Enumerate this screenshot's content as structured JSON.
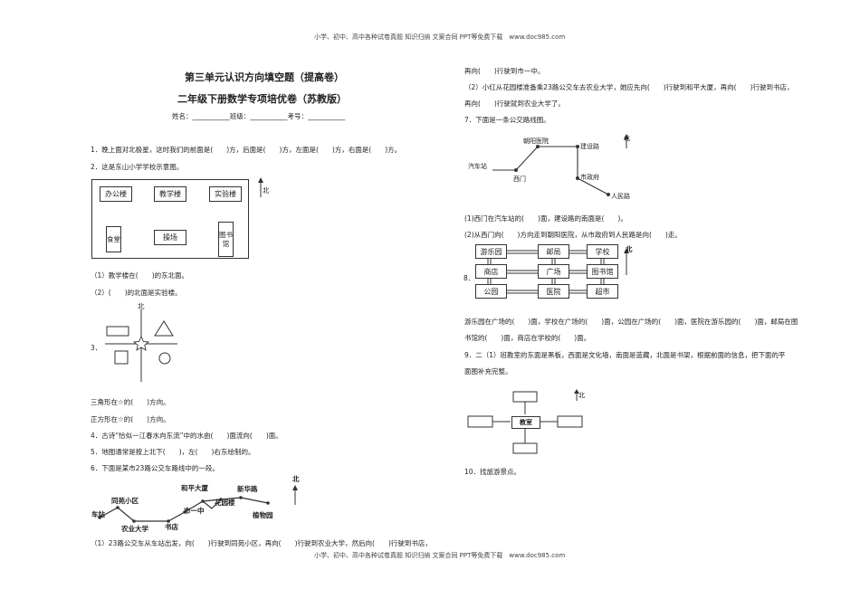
{
  "header_text": "小学、初中、高中各种试卷真题 知识归纳 文案合同 PPT等免费下载　www.doc985.com",
  "footer_text": "小学、初中、高中各种试卷真题 知识归纳 文案合同 PPT等免费下载　www.doc985.com",
  "title1": "第三单元认识方向填空题（提高卷）",
  "title2": "二年级下册数学专项培优卷（苏教版）",
  "name_line": "姓名：___________班级：___________考号：___________",
  "left": {
    "q1": "1．晚上面对北极星，这时我们的前面是(　　)方，后面是(　　)方，左面是(　　)方，右面是(　　)方。",
    "q2": "2．这是东山小学学校示意图。",
    "school": {
      "b1": "办公楼",
      "b2": "教学楼",
      "b3": "实验楼",
      "canteen": "食堂",
      "playground": "操场",
      "library": "图书馆",
      "north": "北"
    },
    "q2a": "（1）教学楼在(　　)的东北面。",
    "q2b": "（2）(　　)的北面是实验楼。",
    "q3_num": "3．",
    "q3_north": "北",
    "q3a": "三角形在☆的(　　)方向。",
    "q3b": "正方形在☆的(　　)方向。",
    "q4": "4．古诗“恰似一江春水向东流”中的水由(　　)面流向(　　)面。",
    "q5": "5．地图通常是按上北下(　　)，左(　　)右东绘制的。",
    "q6": "6．下面是某市23路公交车路线中的一段。",
    "bus": {
      "s1": "车站",
      "s2": "同苑小区",
      "s3": "农业大学",
      "s4": "书店",
      "s5": "和平大厦",
      "s6": "市一中",
      "s7": "花园楼",
      "s8": "新华路",
      "s9": "植物园",
      "north": "北"
    },
    "q6a": "（1）23路公交车从车站出发，向(　　)行驶到同苑小区，再向(　　)行驶到农业大学，然后向(　　)行驶到书店，"
  },
  "right": {
    "q6a_cont": "再向(　　)行驶到市一中。",
    "q6b_l1": "（2）小红从花园楼准备乘23路公交车去农业大学，她应先向(　　)行驶到和平大厦，再向(　　)行驶到书店，",
    "q6b_l2": "再向(　　)行驶就到农业大学了。",
    "q7": "7．下面是一条公交路线图。",
    "route": {
      "s1": "汽车站",
      "s2": "西门",
      "s3": "朝阳医院",
      "s4": "建设路",
      "s5": "市政府",
      "s6": "人民路",
      "north": "北"
    },
    "q7a": "(1)西门在汽车站的(　　)面，建设路的南面是(　　)。",
    "q7b": "(2)从西门向(　　)方向走到朝阳医院，从市政府到人民路是向(　　)走。",
    "q8_num": "8．",
    "grid": {
      "r1": [
        "游乐园",
        "邮局",
        "学校"
      ],
      "r2": [
        "商店",
        "广场",
        "图书馆"
      ],
      "r3": [
        "公园",
        "医院",
        "超市"
      ],
      "north": "北"
    },
    "q8_l1": "游乐园在广场的(　　)面，学校在广场的(　　)面，公园在广场的(　　)面，医院在游乐园的(　　)面，邮局在图",
    "q8_l2": "书馆的(　　)面，商店在学校的(　　)面。",
    "q9_l1": "9．二（1）班教室的东面是黑板，西面是文化墙，南面是蓝藏，北面是书架，根据前面的信息，把下面的平",
    "q9_l2": "面图补充完整。",
    "classroom": {
      "center": "教室",
      "north": "北"
    },
    "q10": "10．找旅游景点。"
  }
}
